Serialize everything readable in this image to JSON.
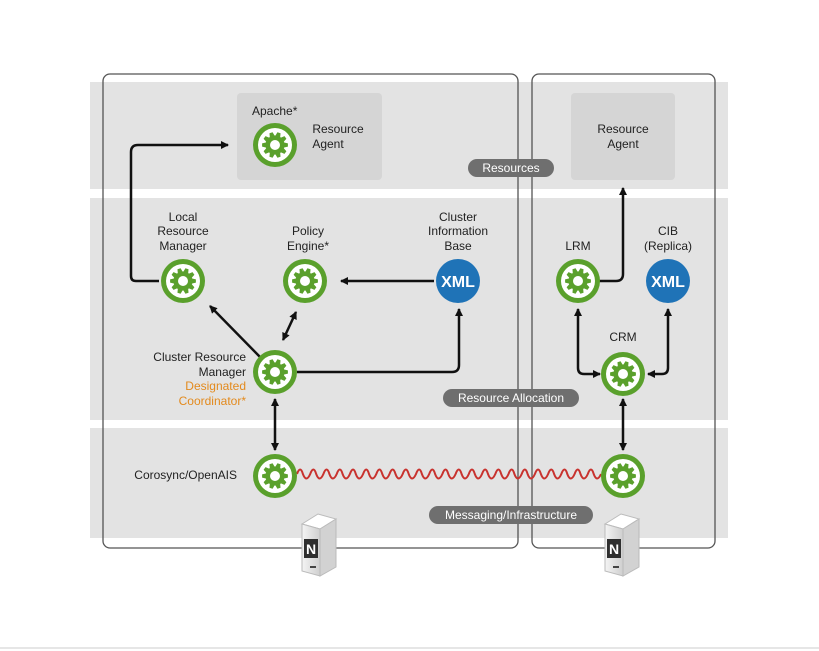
{
  "diagram": {
    "band_labels": {
      "resources": "Resources",
      "resource_allocation": "Resource Allocation",
      "messaging": "Messaging/Infrastructure"
    },
    "node_left": {
      "apache_label": "Apache*",
      "resource_agent": [
        "Resource",
        "Agent"
      ],
      "lrm": [
        "Local",
        "Resource",
        "Manager"
      ],
      "policy_engine": [
        "Policy",
        "Engine*"
      ],
      "cib": [
        "Cluster",
        "Information",
        "Base"
      ],
      "crm": [
        "Cluster Resource",
        "Manager"
      ],
      "dc": [
        "Designated",
        "Coordinator*"
      ],
      "corosync": "Corosync/OpenAIS",
      "xml": "XML",
      "server_badge": "N"
    },
    "node_right": {
      "resource_agent": [
        "Resource",
        "Agent"
      ],
      "lrm": "LRM",
      "cib": [
        "CIB",
        "(Replica)"
      ],
      "crm": "CRM",
      "xml": "XML",
      "server_badge": "N"
    },
    "colors": {
      "band": "#e3e3e3",
      "gear_green": "#5aa02c",
      "xml_blue": "#1f73b7",
      "pill": "#6f6f6f",
      "heartbeat": "#c8322e",
      "accent_orange": "#e38a1d"
    }
  }
}
